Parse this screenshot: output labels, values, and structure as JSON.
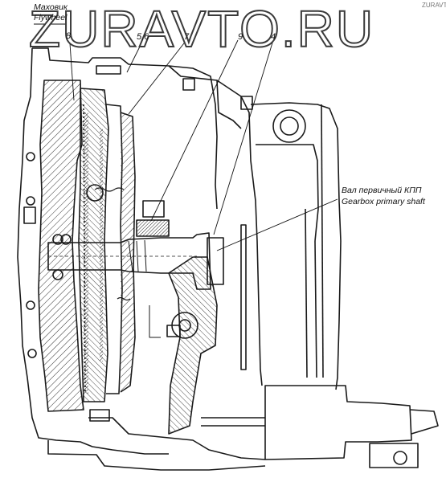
{
  "watermark": "ZURAVTO.RU",
  "labels": {
    "flywheel_ru": "Маховик",
    "flywheel_en": "Flywheel",
    "shaft_ru": "Вал первичный КПП",
    "shaft_en": "Gearbox primary shaft"
  },
  "callouts": [
    "8",
    "5,6",
    "7",
    "9",
    "4"
  ],
  "corner_mark": "ZURAVTO"
}
